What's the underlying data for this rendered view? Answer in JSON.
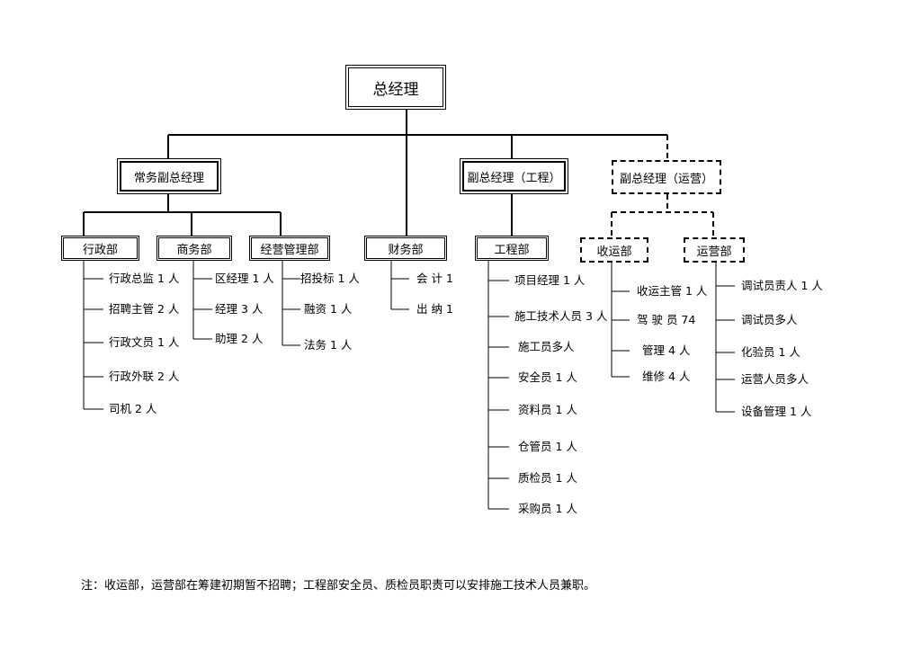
{
  "gm": "总经理",
  "executive_vp": "常务副总经理",
  "vp_engineering": "副总经理（工程）",
  "vp_operations": "副总经理（运营）",
  "departments": {
    "admin": "行政部",
    "business": "商务部",
    "management": "经营管理部",
    "finance": "财务部",
    "engineering": "工程部",
    "receiving": "收运部",
    "operations": "运营部"
  },
  "staff": {
    "admin": [
      "行政总监 1 人",
      "招聘主管 2 人",
      "行政文员 1 人",
      "行政外联 2 人",
      "司机 2 人"
    ],
    "business": [
      "区经理 1 人",
      "经理 3 人",
      "助理 2 人"
    ],
    "management": [
      "招投标 1 人",
      "融资 1 人",
      "法务 1 人"
    ],
    "finance": [
      "会 计  1",
      "出 纳  1"
    ],
    "engineering": [
      "项目经理 1 人",
      "施工技术人员 3 人",
      "施工员多人",
      "安全员 1 人",
      "资料员 1 人",
      "仓管员 1 人",
      "质检员 1 人",
      "采购员 1 人"
    ],
    "receiving": [
      "收运主管 1 人",
      "驾 驶 员  74",
      "管理 4 人",
      "维修 4 人"
    ],
    "operations": [
      "调试员责人 1 人",
      "调试员多人",
      "化验员 1 人",
      "运营人员多人",
      "设备管理 1 人"
    ]
  },
  "note": "注：收运部，运营部在筹建初期暂不招聘；工程部安全员、质检员职责可以安排施工技术人员兼职。"
}
